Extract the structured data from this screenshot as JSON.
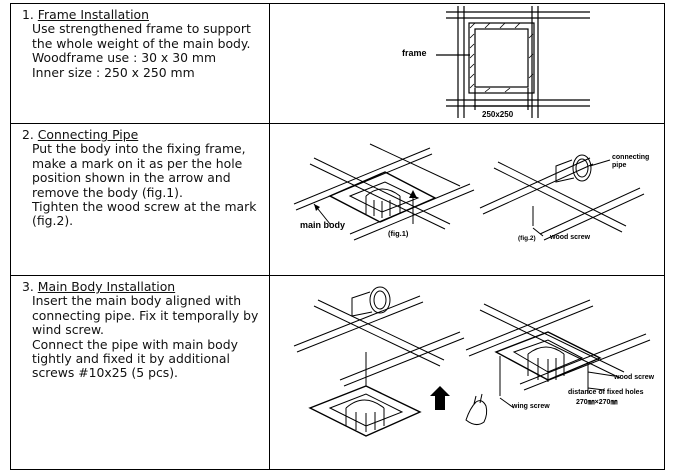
{
  "steps": [
    {
      "number": "1.",
      "title": "Frame Installation",
      "lines": [
        "Use strengthened frame to support the whole weight of the main body.",
        "Woodframe use : 30 x 30 mm",
        "Inner size : 250 x 250 mm"
      ],
      "figure": {
        "labels": {
          "frame": "frame",
          "dimension": "250x250"
        }
      }
    },
    {
      "number": "2.",
      "title": "Connecting Pipe",
      "lines": [
        "Put the body into the fixing frame, make a mark on it as per the hole position shown in the arrow and remove the body (fig.1).",
        "Tighten the wood screw at the mark (fig.2)."
      ],
      "figure": {
        "labels": {
          "main_body": "main body",
          "fig1": "(fig.1)",
          "connecting": "connecting",
          "pipe": "pipe",
          "wood_screw": "wood screw",
          "fig2": "(fig.2)"
        }
      }
    },
    {
      "number": "3.",
      "title": "Main Body Installation",
      "lines": [
        "Insert the main body aligned with connecting pipe. Fix it temporally by wind screw.",
        "Connect the pipe with main body tightly and fixed it by additional screws #10x25 (5 pcs)."
      ],
      "figure": {
        "labels": {
          "wood_screw": "wood screw",
          "distance": "distance of fixed holes",
          "size": "270㎜×270㎜",
          "wing_screw": "wing screw"
        }
      }
    }
  ]
}
